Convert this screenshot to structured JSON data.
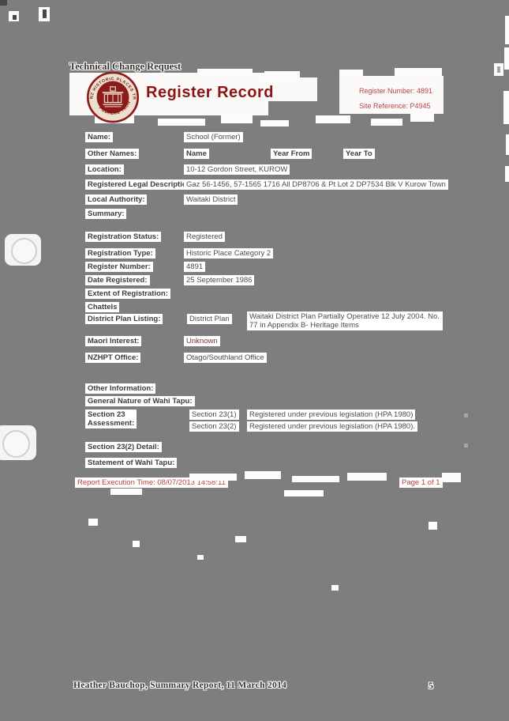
{
  "colors": {
    "page_background": "#7e7e7e",
    "title_red": "#8e1313",
    "reference_red": "#b54545",
    "report_red": "#bb4038",
    "maroon_value": "#7e3030",
    "label_text": "#3d3d3d"
  },
  "header": {
    "change_note": "Technical Change Request",
    "title": "Register Record",
    "register_number": "Register Number: 4891",
    "site_reference": "Site Reference: P4945",
    "seal_top": "NZ HISTORIC PLACES TRUST",
    "seal_bottom": "POUHERE TAONGA"
  },
  "identity": {
    "name_label": "Name:",
    "name_value": "School (Former)",
    "other_names_label": "Other Names:",
    "col_name": "Name",
    "col_year_from": "Year From",
    "col_year_to": "Year To",
    "location_label": "Location:",
    "location_value": "10-12 Gordon Street, KUROW",
    "legal_label": "Registered Legal Description:",
    "legal_value": "Gaz 56-1456, 57-1565 1716 All DP8706 & Pt Lot 2 DP7534 Blk V Kurow Town",
    "authority_label": "Local Authority:",
    "authority_value": "Waitaki District",
    "summary_label": "Summary:"
  },
  "registration": {
    "status_label": "Registration Status:",
    "status_value": "Registered",
    "type_label": "Registration Type:",
    "type_value": "Historic Place Category 2",
    "number_label": "Register Number:",
    "number_value": "4891",
    "date_label": "Date Registered:",
    "date_value": "25 September 1986",
    "extent_label": "Extent of Registration:",
    "chattels_label": "Chattels",
    "district_plan_label": "District Plan Listing:",
    "district_plan_type": "District Plan",
    "district_plan_value": "Waitaki District Plan Partially Operative 12 July 2004. No. 77 in Appendix B- Heritage Items",
    "maori_interest_label": "Maori Interest:",
    "maori_interest_value": "Unknown",
    "office_label": "NZHPT Office:",
    "office_value": "Otago/Southland Office"
  },
  "sections": {
    "other_information_label": "Other Information:",
    "wahi_tapu_nature_label": "General Nature of Wahi Tapu:",
    "s23_line1": "Section 23",
    "s23_line2": "Assessment:",
    "s23_1_label": "Section 23(1)",
    "s23_1_value": "Registered under previous legislation (HPA 1980)",
    "s23_2_label": "Section 23(2)",
    "s23_2_value": "Registered under previous legislation (HPA 1980).",
    "s23_detail_label": "Section 23(2) Detail:",
    "wahi_tapu_statement_label": "Statement of Wahi Tapu:"
  },
  "report": {
    "execution_time": "Report Execution Time: 08/07/2013 14:58:11",
    "page_info": "Page 1 of 1"
  },
  "footer": {
    "citation": "Heather Bauchop, Summary Report, 11 March 2014",
    "page_number": "5"
  }
}
